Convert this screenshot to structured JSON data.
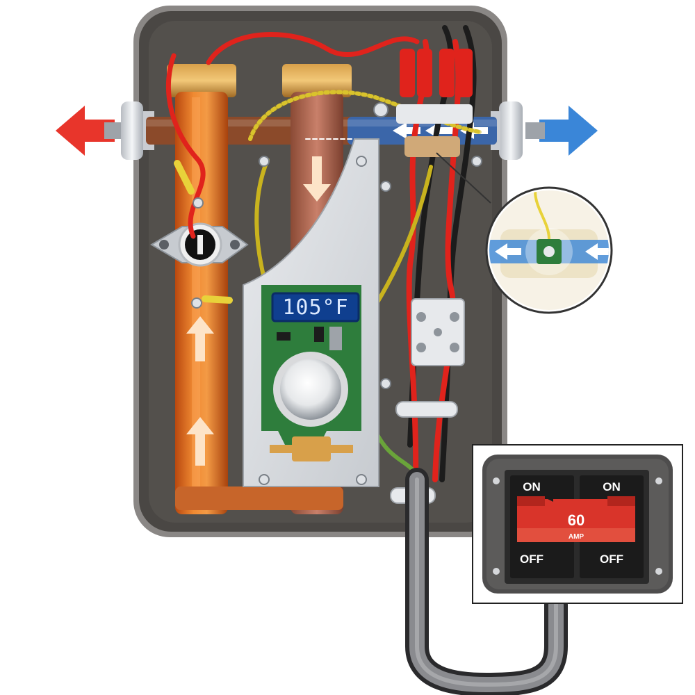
{
  "display": {
    "temperature": "105°F"
  },
  "breaker": {
    "left_on": "ON",
    "right_on": "ON",
    "amperage": "60",
    "amp_unit": "AMP",
    "left_off": "OFF",
    "right_off": "OFF"
  },
  "colors": {
    "hot_outlet_arrow": "#e8352b",
    "cold_inlet_arrow": "#3a86d8",
    "housing": "#4a4744",
    "copper": "#e8721f",
    "wire_red": "#e0231c",
    "wire_black": "#1c1c1c",
    "wire_yellow": "#e8d23a",
    "pcb_green": "#2e7d3c",
    "lcd_blue": "#0f3f8f",
    "breaker_red": "#d9342a"
  },
  "icons": [
    "hot-water-outlet-arrow-icon",
    "cold-water-inlet-arrow-icon",
    "flow-direction-arrow-icon",
    "flow-sensor-magnifier-icon",
    "temperature-knob-icon",
    "thermostat-cutoff-icon",
    "double-pole-breaker-icon"
  ]
}
